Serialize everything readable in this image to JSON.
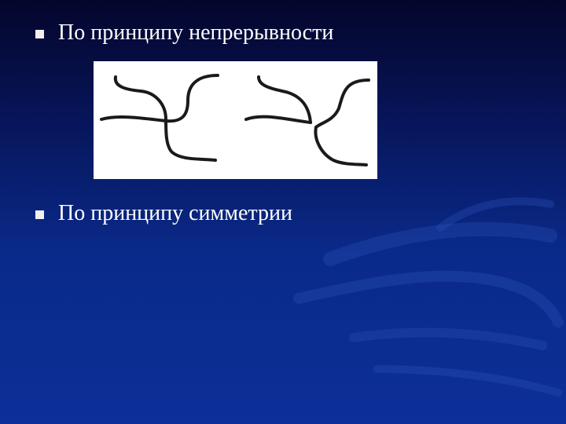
{
  "slide": {
    "background_color": "#0a2a8a",
    "bullet_color": "#f0f0f0",
    "text_color": "#ffffff",
    "bullets": [
      {
        "text": "По принципу непрерывности"
      },
      {
        "text": "По принципу симметрии"
      }
    ],
    "figure": {
      "background": "#ffffff",
      "stroke": "#1a1a1a",
      "panels": 2
    }
  }
}
